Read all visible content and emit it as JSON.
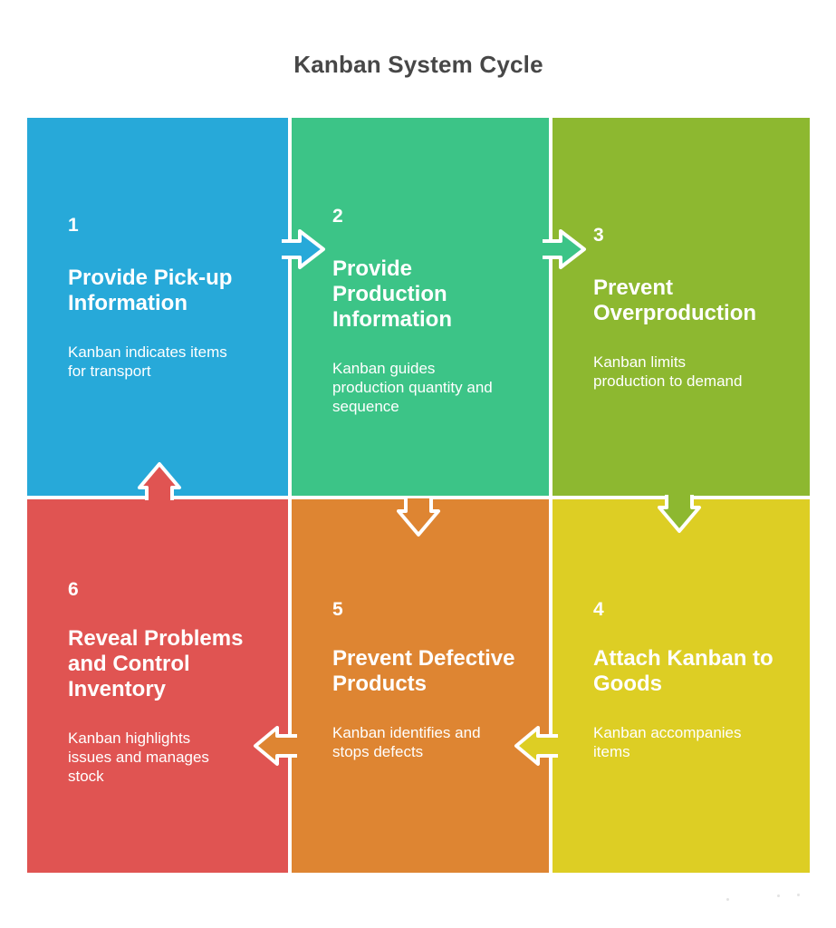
{
  "title": "Kanban System Cycle",
  "title_color": "#474747",
  "background": "#ffffff",
  "arrow_outline": "#ffffff",
  "blocks": [
    {
      "number": "1",
      "title": "Provide Pick-up\nInformation",
      "body": "Kanban indicates items\nfor transport",
      "color": "#27a9d9"
    },
    {
      "number": "2",
      "title": "Provide\nProduction\nInformation",
      "body": "Kanban guides\nproduction quantity and\nsequence",
      "color": "#3cc487"
    },
    {
      "number": "3",
      "title": "Prevent\nOverproduction",
      "body": "Kanban limits\nproduction to demand",
      "color": "#8db830"
    },
    {
      "number": "4",
      "title": "Attach Kanban to\nGoods",
      "body": "Kanban accompanies\nitems",
      "color": "#ddce24"
    },
    {
      "number": "5",
      "title": "Prevent Defective\nProducts",
      "body": "Kanban identifies and\nstops defects",
      "color": "#de8532"
    },
    {
      "number": "6",
      "title": "Reveal Problems\nand Control\nInventory",
      "body": "Kanban highlights\nissues and manages\nstock",
      "color": "#e05452"
    }
  ],
  "arrows": [
    {
      "name": "1-to-2",
      "direction": "right",
      "color": "#27a9d9"
    },
    {
      "name": "2-to-3",
      "direction": "right",
      "color": "#3cc487"
    },
    {
      "name": "3-to-4",
      "direction": "down",
      "color": "#8db830"
    },
    {
      "name": "2-to-5",
      "direction": "down",
      "color": "#de8532"
    },
    {
      "name": "4-to-5",
      "direction": "left",
      "color": "#ddce24"
    },
    {
      "name": "5-to-6",
      "direction": "left",
      "color": "#de8532"
    },
    {
      "name": "6-to-1",
      "direction": "up",
      "color": "#e05452"
    }
  ]
}
